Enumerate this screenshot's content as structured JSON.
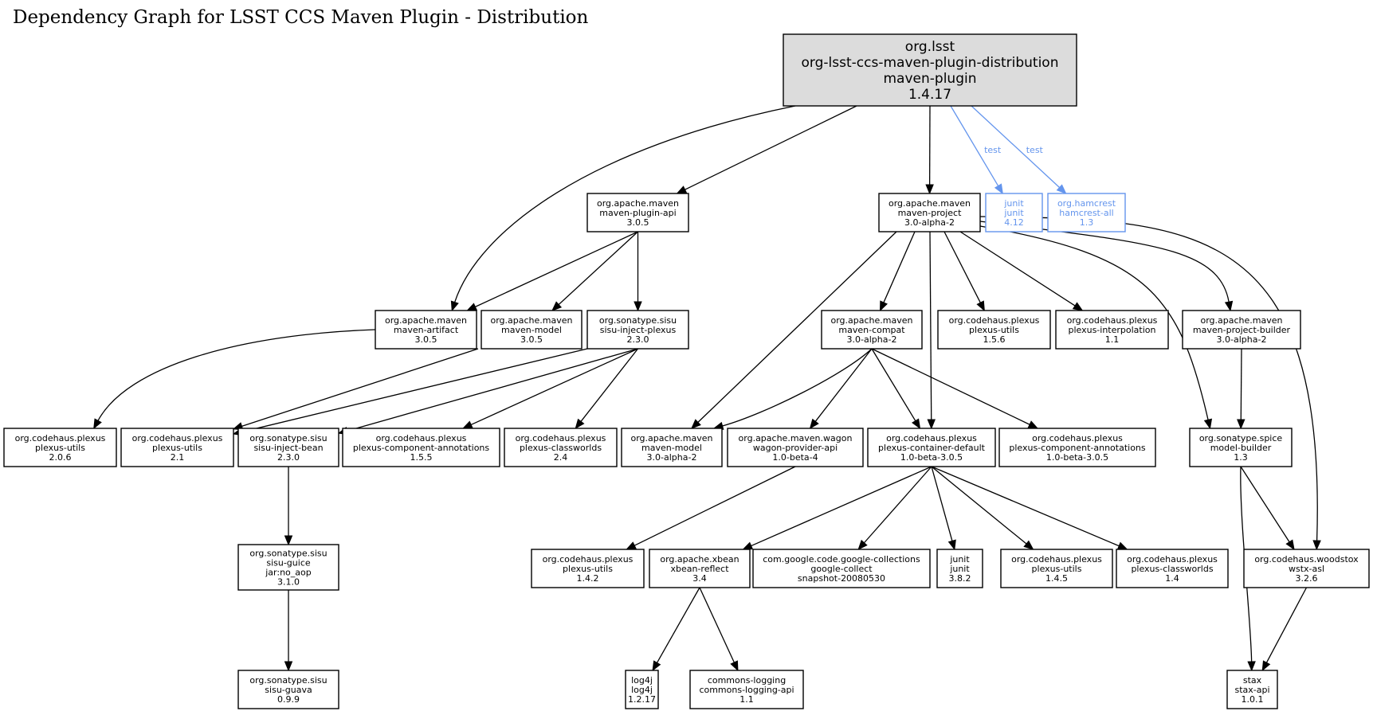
{
  "title": "Dependency Graph for LSST CCS Maven Plugin - Distribution",
  "colors": {
    "root_fill": "#dcdcdc",
    "test": "#6495ed",
    "line": "#000000"
  },
  "nodes": [
    {
      "id": "root",
      "lines": [
        "org.lsst",
        "org-lsst-ccs-maven-plugin-distribution",
        "maven-plugin",
        "1.4.17"
      ],
      "style": "root"
    },
    {
      "id": "plugin_api",
      "lines": [
        "org.apache.maven",
        "maven-plugin-api",
        "3.0.5"
      ],
      "style": "normal"
    },
    {
      "id": "project",
      "lines": [
        "org.apache.maven",
        "maven-project",
        "3.0-alpha-2"
      ],
      "style": "normal"
    },
    {
      "id": "junit412",
      "lines": [
        "junit",
        "junit",
        "4.12"
      ],
      "style": "test"
    },
    {
      "id": "hamcrest",
      "lines": [
        "org.hamcrest",
        "hamcrest-all",
        "1.3"
      ],
      "style": "test"
    },
    {
      "id": "artifact",
      "lines": [
        "org.apache.maven",
        "maven-artifact",
        "3.0.5"
      ],
      "style": "normal"
    },
    {
      "id": "model305",
      "lines": [
        "org.apache.maven",
        "maven-model",
        "3.0.5"
      ],
      "style": "normal"
    },
    {
      "id": "sisu_plexus",
      "lines": [
        "org.sonatype.sisu",
        "sisu-inject-plexus",
        "2.3.0"
      ],
      "style": "normal"
    },
    {
      "id": "compat",
      "lines": [
        "org.apache.maven",
        "maven-compat",
        "3.0-alpha-2"
      ],
      "style": "normal"
    },
    {
      "id": "putils156",
      "lines": [
        "org.codehaus.plexus",
        "plexus-utils",
        "1.5.6"
      ],
      "style": "normal"
    },
    {
      "id": "interp",
      "lines": [
        "org.codehaus.plexus",
        "plexus-interpolation",
        "1.1"
      ],
      "style": "normal"
    },
    {
      "id": "projbuilder",
      "lines": [
        "org.apache.maven",
        "maven-project-builder",
        "3.0-alpha-2"
      ],
      "style": "normal"
    },
    {
      "id": "putils206",
      "lines": [
        "org.codehaus.plexus",
        "plexus-utils",
        "2.0.6"
      ],
      "style": "normal"
    },
    {
      "id": "putils21",
      "lines": [
        "org.codehaus.plexus",
        "plexus-utils",
        "2.1"
      ],
      "style": "normal"
    },
    {
      "id": "sisu_bean",
      "lines": [
        "org.sonatype.sisu",
        "sisu-inject-bean",
        "2.3.0"
      ],
      "style": "normal"
    },
    {
      "id": "pca155",
      "lines": [
        "org.codehaus.plexus",
        "plexus-component-annotations",
        "1.5.5"
      ],
      "style": "normal"
    },
    {
      "id": "classworlds24",
      "lines": [
        "org.codehaus.plexus",
        "plexus-classworlds",
        "2.4"
      ],
      "style": "normal"
    },
    {
      "id": "model_alpha",
      "lines": [
        "org.apache.maven",
        "maven-model",
        "3.0-alpha-2"
      ],
      "style": "normal"
    },
    {
      "id": "wagon",
      "lines": [
        "org.apache.maven.wagon",
        "wagon-provider-api",
        "1.0-beta-4"
      ],
      "style": "normal"
    },
    {
      "id": "container",
      "lines": [
        "org.codehaus.plexus",
        "plexus-container-default",
        "1.0-beta-3.0.5"
      ],
      "style": "normal"
    },
    {
      "id": "pca_beta",
      "lines": [
        "org.codehaus.plexus",
        "plexus-component-annotations",
        "1.0-beta-3.0.5"
      ],
      "style": "normal"
    },
    {
      "id": "spice",
      "lines": [
        "org.sonatype.spice",
        "model-builder",
        "1.3"
      ],
      "style": "normal"
    },
    {
      "id": "sisu_guice",
      "lines": [
        "org.sonatype.sisu",
        "sisu-guice",
        "jar:no_aop",
        "3.1.0"
      ],
      "style": "normal"
    },
    {
      "id": "putils142",
      "lines": [
        "org.codehaus.plexus",
        "plexus-utils",
        "1.4.2"
      ],
      "style": "normal"
    },
    {
      "id": "xbean",
      "lines": [
        "org.apache.xbean",
        "xbean-reflect",
        "3.4"
      ],
      "style": "normal"
    },
    {
      "id": "gcollect",
      "lines": [
        "com.google.code.google-collections",
        "google-collect",
        "snapshot-20080530"
      ],
      "style": "normal"
    },
    {
      "id": "junit382",
      "lines": [
        "junit",
        "junit",
        "3.8.2"
      ],
      "style": "normal"
    },
    {
      "id": "putils145",
      "lines": [
        "org.codehaus.plexus",
        "plexus-utils",
        "1.4.5"
      ],
      "style": "normal"
    },
    {
      "id": "classworlds14",
      "lines": [
        "org.codehaus.plexus",
        "plexus-classworlds",
        "1.4"
      ],
      "style": "normal"
    },
    {
      "id": "wstx",
      "lines": [
        "org.codehaus.woodstox",
        "wstx-asl",
        "3.2.6"
      ],
      "style": "normal"
    },
    {
      "id": "sisu_guava",
      "lines": [
        "org.sonatype.sisu",
        "sisu-guava",
        "0.9.9"
      ],
      "style": "normal"
    },
    {
      "id": "log4j",
      "lines": [
        "log4j",
        "log4j",
        "1.2.17"
      ],
      "style": "normal"
    },
    {
      "id": "clogging",
      "lines": [
        "commons-logging",
        "commons-logging-api",
        "1.1"
      ],
      "style": "normal"
    },
    {
      "id": "stax",
      "lines": [
        "stax",
        "stax-api",
        "1.0.1"
      ],
      "style": "normal"
    }
  ],
  "edges": [
    {
      "from": "root",
      "to": "artifact",
      "label": ""
    },
    {
      "from": "root",
      "to": "plugin_api",
      "label": ""
    },
    {
      "from": "root",
      "to": "project",
      "label": ""
    },
    {
      "from": "root",
      "to": "junit412",
      "label": "test"
    },
    {
      "from": "root",
      "to": "hamcrest",
      "label": "test"
    },
    {
      "from": "plugin_api",
      "to": "artifact",
      "label": ""
    },
    {
      "from": "plugin_api",
      "to": "model305",
      "label": ""
    },
    {
      "from": "plugin_api",
      "to": "sisu_plexus",
      "label": ""
    },
    {
      "from": "artifact",
      "to": "putils206",
      "label": ""
    },
    {
      "from": "model305",
      "to": "putils21",
      "label": ""
    },
    {
      "from": "sisu_plexus",
      "to": "sisu_bean",
      "label": ""
    },
    {
      "from": "sisu_plexus",
      "to": "pca155",
      "label": ""
    },
    {
      "from": "sisu_plexus",
      "to": "classworlds24",
      "label": ""
    },
    {
      "from": "sisu_plexus",
      "to": "putils21",
      "label": ""
    },
    {
      "from": "sisu_bean",
      "to": "sisu_guice",
      "label": ""
    },
    {
      "from": "sisu_guice",
      "to": "sisu_guava",
      "label": ""
    },
    {
      "from": "project",
      "to": "model_alpha",
      "label": ""
    },
    {
      "from": "project",
      "to": "compat",
      "label": ""
    },
    {
      "from": "project",
      "to": "container",
      "label": ""
    },
    {
      "from": "project",
      "to": "putils156",
      "label": ""
    },
    {
      "from": "project",
      "to": "interp",
      "label": ""
    },
    {
      "from": "project",
      "to": "projbuilder",
      "label": ""
    },
    {
      "from": "project",
      "to": "spice",
      "label": ""
    },
    {
      "from": "project",
      "to": "wstx",
      "label": ""
    },
    {
      "from": "compat",
      "to": "model_alpha",
      "label": ""
    },
    {
      "from": "compat",
      "to": "wagon",
      "label": ""
    },
    {
      "from": "compat",
      "to": "container",
      "label": ""
    },
    {
      "from": "compat",
      "to": "pca_beta",
      "label": ""
    },
    {
      "from": "projbuilder",
      "to": "spice",
      "label": ""
    },
    {
      "from": "wagon",
      "to": "putils142",
      "label": ""
    },
    {
      "from": "container",
      "to": "xbean",
      "label": ""
    },
    {
      "from": "container",
      "to": "gcollect",
      "label": ""
    },
    {
      "from": "container",
      "to": "junit382",
      "label": ""
    },
    {
      "from": "container",
      "to": "putils145",
      "label": ""
    },
    {
      "from": "container",
      "to": "classworlds14",
      "label": ""
    },
    {
      "from": "xbean",
      "to": "log4j",
      "label": ""
    },
    {
      "from": "xbean",
      "to": "clogging",
      "label": ""
    },
    {
      "from": "spice",
      "to": "wstx",
      "label": ""
    },
    {
      "from": "spice",
      "to": "stax",
      "label": ""
    },
    {
      "from": "wstx",
      "to": "stax",
      "label": ""
    }
  ]
}
